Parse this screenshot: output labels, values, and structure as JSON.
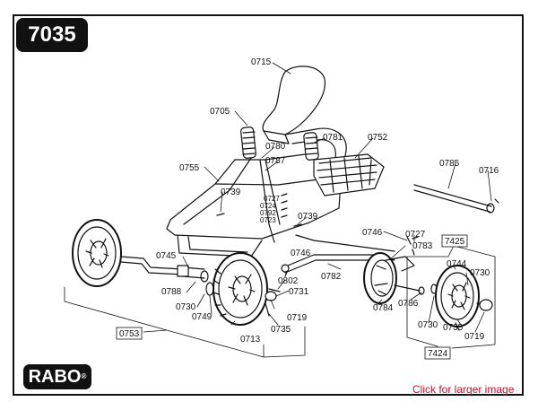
{
  "model_number": "7035",
  "brand": {
    "name": "RABO",
    "mark": "®"
  },
  "link_text": "Click for larger image",
  "colors": {
    "line": "#111111",
    "link": "#c8102e",
    "tread": "#444444"
  },
  "part_numbers": {
    "seat": "0715",
    "handle_grip_left": "0705",
    "handle_grip_right": "0781",
    "frame_bracket": "0780",
    "frame_pin": "0787",
    "footrest": "0752",
    "frame": "0755",
    "rear_axle": "0785",
    "axle_cap": "0716",
    "bolt_left": "0739",
    "screw_a": "0727",
    "screw_b": "0724",
    "screw_c": "0792",
    "screw_d": "0723",
    "bolt_center": "0739",
    "steering_link": "0746",
    "steering_link_upper": "0746",
    "screw_right": "0727",
    "spindle": "0783",
    "wheel_kit_top": "7425",
    "wheel_assembly": "0744",
    "washer_right": "0730",
    "front_axle": "0745",
    "washer_left": "0788",
    "washer_left_2": "0730",
    "spacer_left": "0749",
    "nut_center": "0802",
    "washer_center": "0731",
    "cap_center": "0719",
    "tie_rod": "0782",
    "hub": "0784",
    "bushing": "0786",
    "washer_bottom": "0730",
    "bolt_bottom": "0735",
    "cap_bottom": "0719",
    "wheel_kit_bottom": "7424",
    "front_wheel_group": "0753",
    "wheel_front": "0713",
    "bolt_front": "0735"
  }
}
